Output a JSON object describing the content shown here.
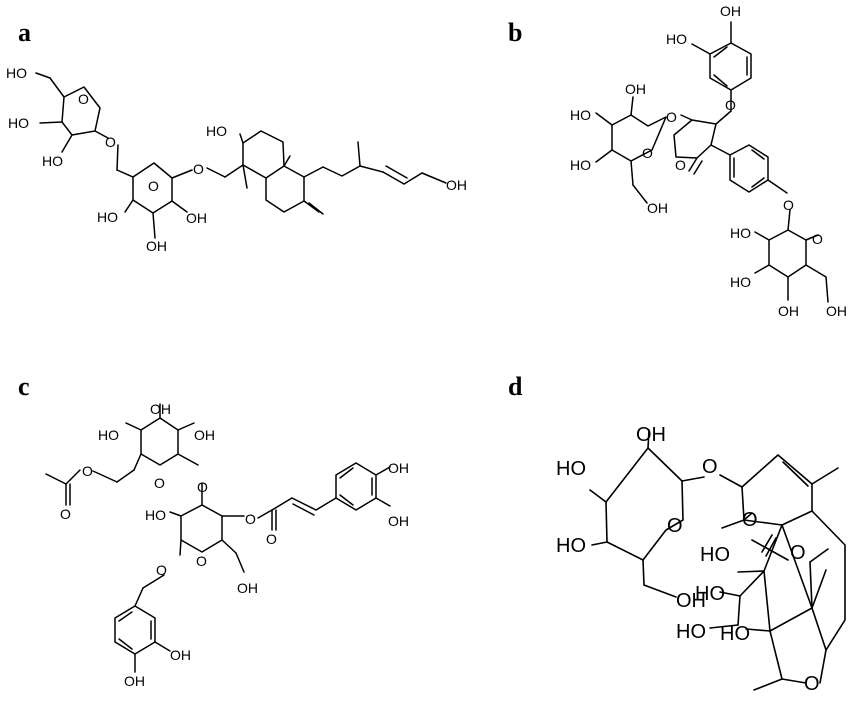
{
  "panels": {
    "a": {
      "letter": "a"
    },
    "b": {
      "letter": "b"
    },
    "c": {
      "letter": "c"
    },
    "d": {
      "letter": "d"
    }
  },
  "labels": {
    "oh": "OH",
    "ho": "HO",
    "o": "O"
  }
}
